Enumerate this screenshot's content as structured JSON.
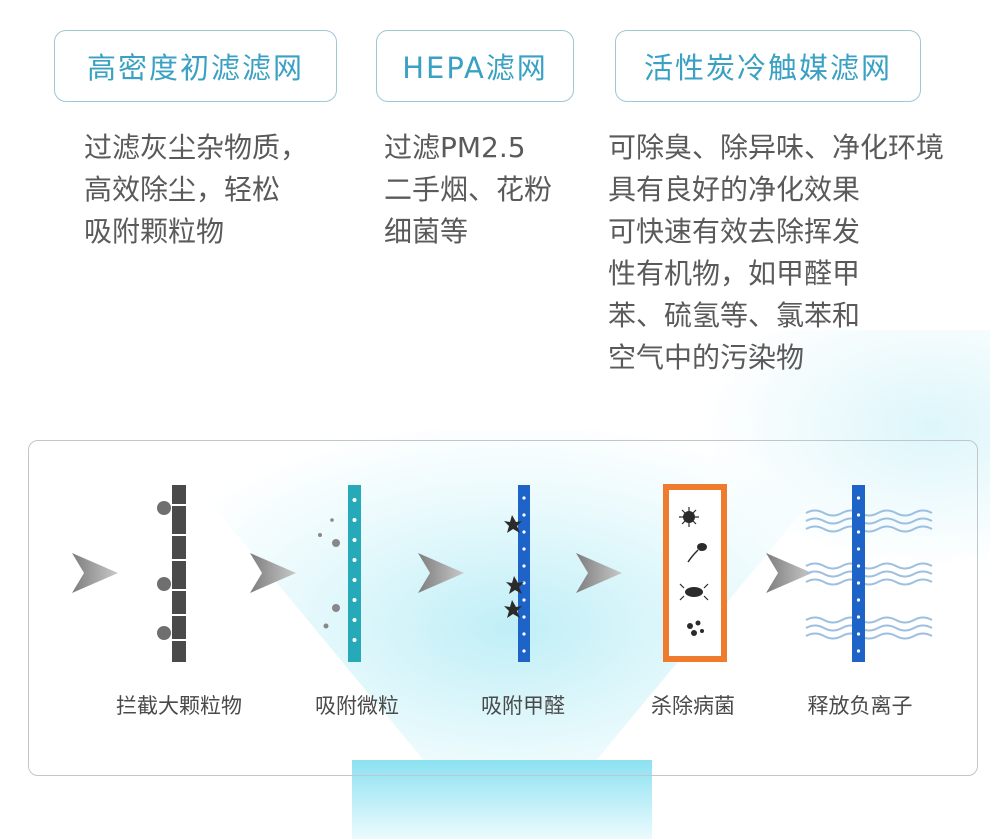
{
  "filters": [
    {
      "title": "高密度初滤滤网",
      "lines": [
        "过滤灰尘杂物质，",
        "高效除尘，轻松",
        "吸附颗粒物"
      ]
    },
    {
      "title": "HEPA滤网",
      "lines": [
        "过滤PM2.5",
        "二手烟、花粉",
        "细菌等"
      ]
    },
    {
      "title": "活性炭冷触媒滤网",
      "lines": [
        "可除臭、除异味、净化环境",
        "具有良好的净化效果",
        "可快速有效去除挥发",
        "性有机物，如甲醛甲",
        "苯、硫氢等、氯苯和",
        "空气中的污染物"
      ]
    }
  ],
  "stages": [
    {
      "label": "拦截大颗粒物",
      "icon": "coarse-filter-icon"
    },
    {
      "label": "吸附微粒",
      "icon": "hepa-filter-icon"
    },
    {
      "label": "吸附甲醛",
      "icon": "carbon-filter-icon"
    },
    {
      "label": "杀除病菌",
      "icon": "sterilize-filter-icon"
    },
    {
      "label": "释放负离子",
      "icon": "ion-filter-icon"
    }
  ],
  "colors": {
    "title_text": "#3aa0c4",
    "pill_border": "#9fc6d3",
    "hepa_bar": "#26a9b8",
    "carbon_bar": "#1e63c8",
    "sterilize_frame": "#ef7b2e",
    "coarse_bar": "#4a4a4a",
    "arrow": "#9a9a9a",
    "glow": "#8fe1f0"
  }
}
